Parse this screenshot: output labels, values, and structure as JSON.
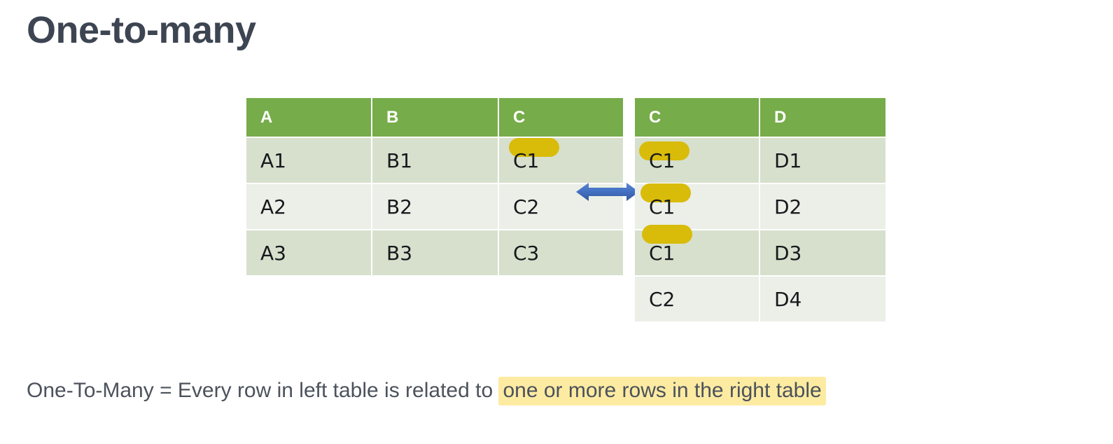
{
  "slide": {
    "title": "One-to-many",
    "colors": {
      "title_text": "#3d4552",
      "header_green": "#76ac4a",
      "row_odd": "#d7e0cd",
      "row_even": "#ebefe7",
      "cell_text": "#16191c",
      "marker_gold": "#d9bb0a",
      "highlight_yellow": "#fdeba2",
      "arrow_blue": "#4472c4",
      "caption_text": "#4c525c",
      "background": "#ffffff"
    }
  },
  "left_table": {
    "name": "left-table",
    "headers": [
      "A",
      "B",
      "C"
    ],
    "rows": [
      {
        "a": "A1",
        "b": "B1",
        "c": "C1",
        "c_marked": true
      },
      {
        "a": "A2",
        "b": "B2",
        "c": "C2",
        "c_marked": false
      },
      {
        "a": "A3",
        "b": "B3",
        "c": "C3",
        "c_marked": false
      }
    ]
  },
  "right_table": {
    "name": "right-table",
    "headers": [
      "C",
      "D"
    ],
    "rows": [
      {
        "c": "C1",
        "d": "D1",
        "c_marked": true
      },
      {
        "c": "C1",
        "d": "D2",
        "c_marked": true
      },
      {
        "c": "C1",
        "d": "D3",
        "c_marked": true
      },
      {
        "c": "C2",
        "d": "D4",
        "c_marked": false
      }
    ]
  },
  "arrow": {
    "name": "relation-arrow",
    "type": "double-headed-arrow",
    "direction": "horizontal"
  },
  "caption": {
    "lead": "One-To-Many = Every row in left table is related to ",
    "highlighted": "one or more rows in the right table"
  }
}
